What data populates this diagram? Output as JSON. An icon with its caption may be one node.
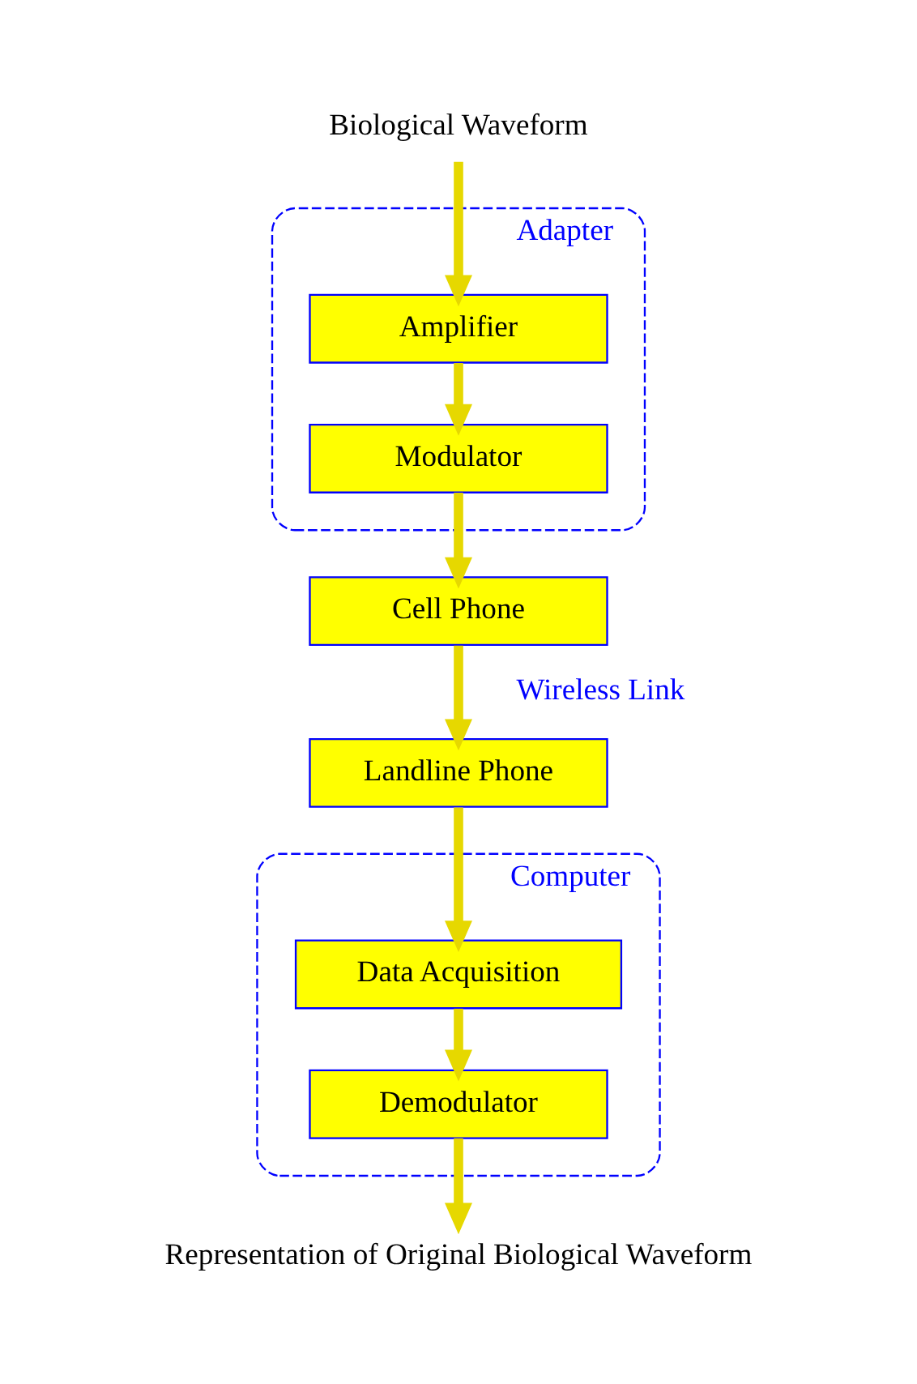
{
  "diagram": {
    "nodes": [
      {
        "text": [
          "Biological Waveform"
        ]
      },
      {
        "text": [
          "Adapter"
        ]
      },
      {
        "text": [
          "Amplifier"
        ],
        "in": 1
      },
      {
        "text": [
          "Modulator"
        ],
        "in": 1
      },
      {
        "text": [
          "Cell Phone"
        ]
      },
      {
        "text": [
          "Landline Phone"
        ]
      },
      {
        "text": [
          "Computer"
        ]
      },
      {
        "text": [
          "Data Acquisition"
        ],
        "in": 6
      },
      {
        "text": [
          "Demodulator"
        ],
        "in": 6
      },
      {
        "text": [
          "Representation of Original Biological Waveform"
        ]
      }
    ],
    "edges": [
      {
        "from": 0,
        "to": 2,
        "arrow": "to"
      },
      {
        "from": 2,
        "to": 3,
        "arrow": "to"
      },
      {
        "from": 3,
        "to": 4,
        "arrow": "to"
      },
      {
        "from": 4,
        "to": 5,
        "arrow": "to",
        "label": "Wireless Link"
      },
      {
        "from": 5,
        "to": 7,
        "arrow": "to"
      },
      {
        "from": 7,
        "to": 8,
        "arrow": "to"
      },
      {
        "from": 8,
        "to": 9,
        "arrow": "to"
      }
    ]
  }
}
